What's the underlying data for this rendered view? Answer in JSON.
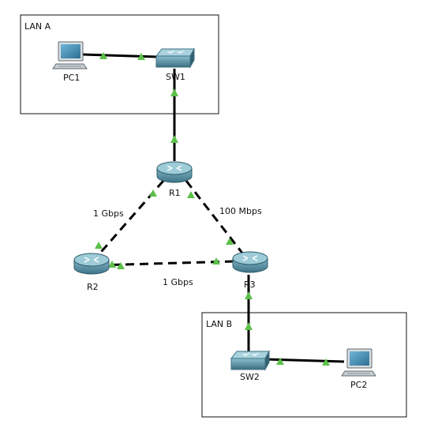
{
  "areas": {
    "lan_a": "LAN A",
    "lan_b": "LAN B"
  },
  "devices": {
    "pc1": "PC1",
    "sw1": "SW1",
    "r1": "R1",
    "r2": "R2",
    "r3": "R3",
    "sw2": "SW2",
    "pc2": "PC2"
  },
  "links": {
    "r1_r2": "1 Gbps",
    "r1_r3": "100 Mbps",
    "r2_r3": "1 Gbps"
  },
  "colors": {
    "link_up": "#5cc04a",
    "device": "#4f8a9e"
  }
}
